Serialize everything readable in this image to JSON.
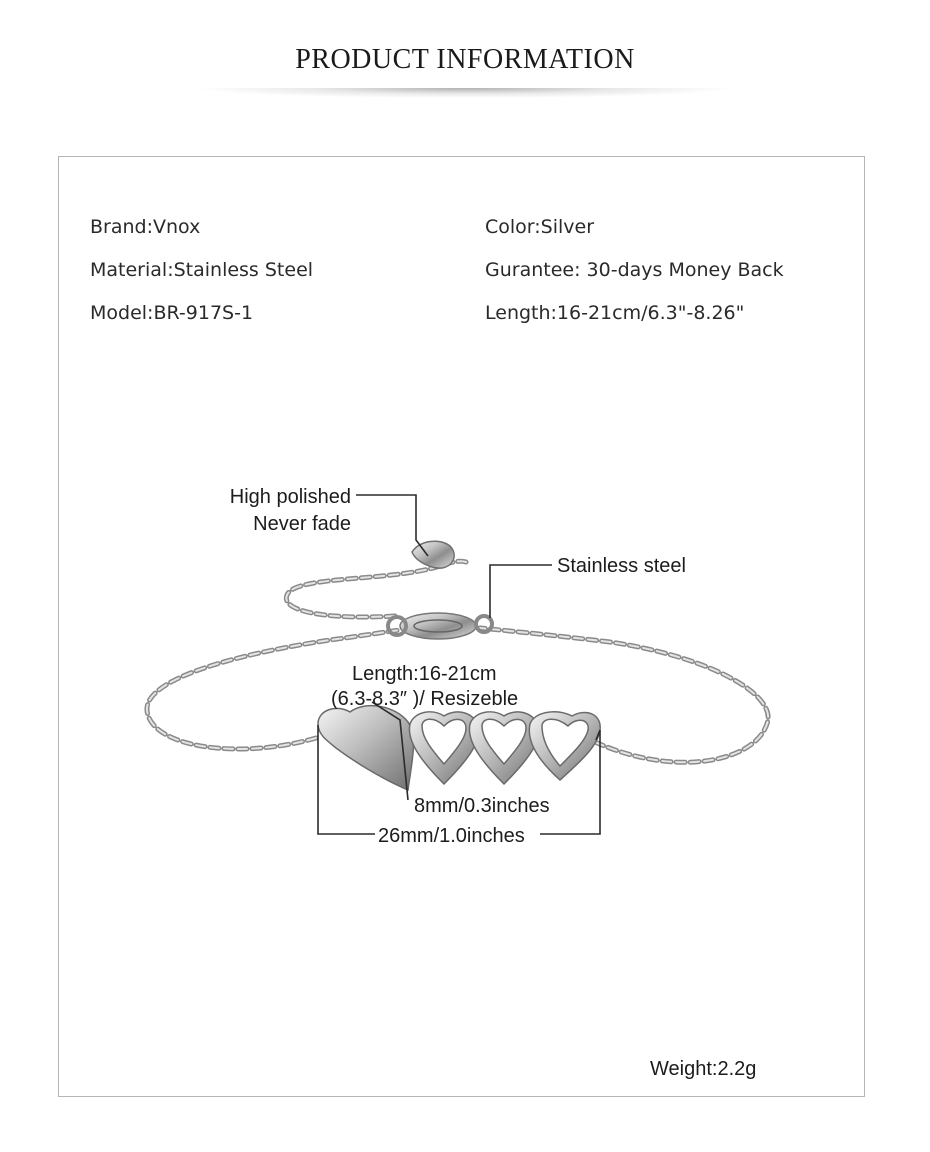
{
  "header": {
    "title": "PRODUCT INFORMATION"
  },
  "specs": {
    "brand": "Brand:Vnox",
    "material": "Material:Stainless Steel",
    "model": "Model:BR-917S-1",
    "color": "Color:Silver",
    "guarantee": "Gurantee: 30-days Money Back",
    "length": "Length:16-21cm/6.3\"-8.26\""
  },
  "callouts": {
    "polished_line1": "High polished",
    "polished_line2": "Never fade",
    "material": "Stainless steel",
    "length_line1": "Length:16-21cm",
    "length_line2": "(6.3-8.3″ )/ Resizeble",
    "heart_size": "8mm/0.3inches",
    "pendant_width": "26mm/1.0inches"
  },
  "weight": "Weight:2.2g",
  "colors": {
    "text": "#222222",
    "frame_border": "#b5b5b5",
    "metal": "#b9b9b9"
  }
}
